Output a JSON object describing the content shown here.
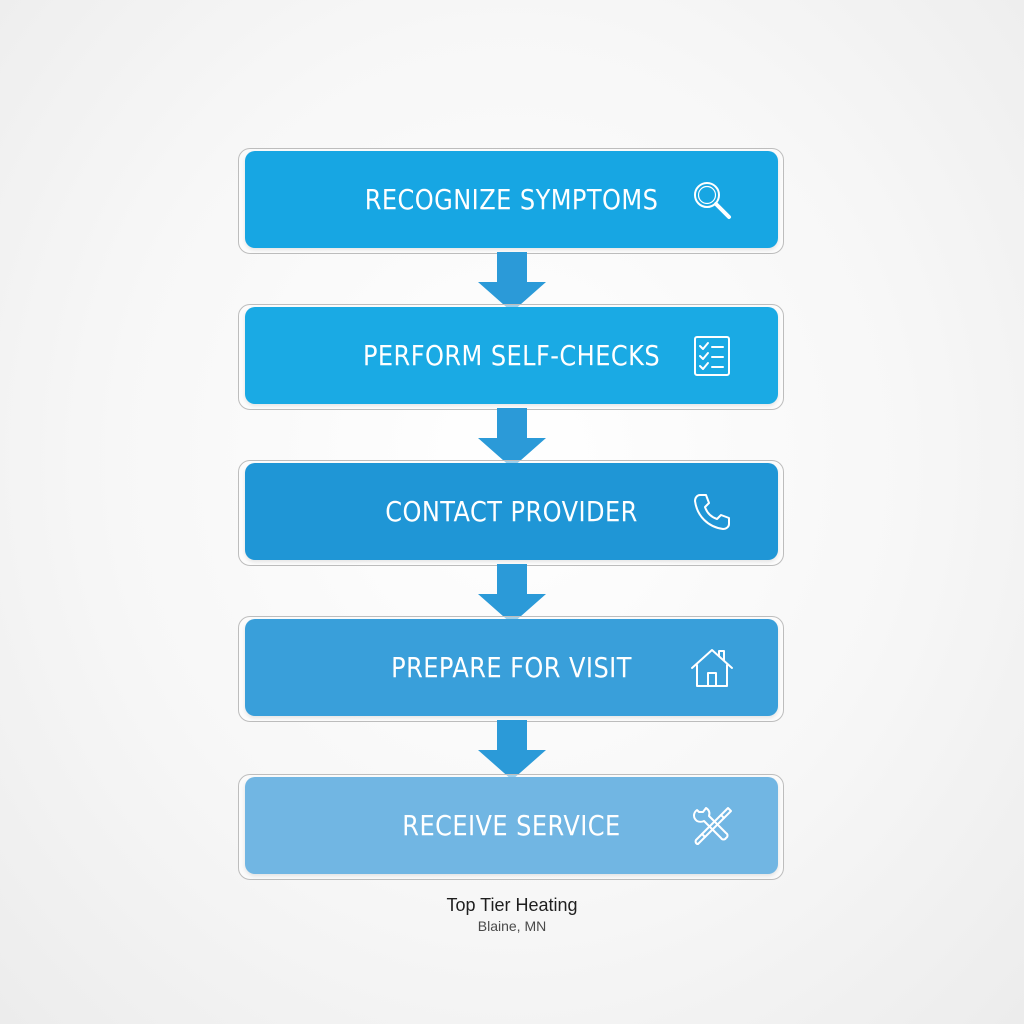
{
  "steps": [
    {
      "label": "RECOGNIZE SYMPTOMS",
      "icon": "magnifying-glass-icon",
      "color": "#17a6e3"
    },
    {
      "label": "PERFORM SELF-CHECKS",
      "icon": "checklist-icon",
      "color": "#1aaae4"
    },
    {
      "label": "CONTACT PROVIDER",
      "icon": "phone-icon",
      "color": "#1f96d6"
    },
    {
      "label": "PREPARE FOR VISIT",
      "icon": "house-icon",
      "color": "#399fda"
    },
    {
      "label": "RECEIVE SERVICE",
      "icon": "tools-icon",
      "color": "#71b6e3"
    }
  ],
  "arrow_color": "#2b9ad8",
  "footer": {
    "company": "Top Tier Heating",
    "location": "Blaine, MN"
  }
}
